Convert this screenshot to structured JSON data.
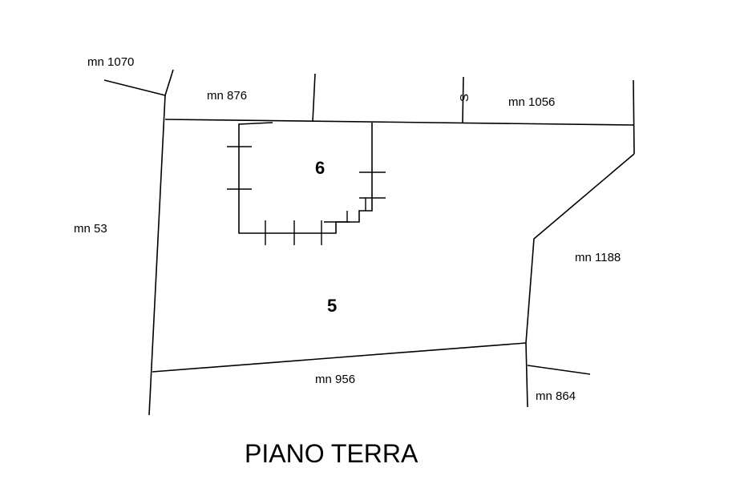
{
  "parcels": {
    "mn_1070": "mn 1070",
    "mn_876": "mn 876",
    "mn_1056": "mn 1056",
    "mn_53": "mn 53",
    "mn_1188": "mn 1188",
    "mn_956": "mn 956",
    "mn_864": "mn 864"
  },
  "units": {
    "unit_6": "6",
    "unit_5": "5"
  },
  "marker_s": "S",
  "floor_title": "PIANO TERRA",
  "colors": {
    "line": "#000000",
    "background": "#ffffff"
  }
}
